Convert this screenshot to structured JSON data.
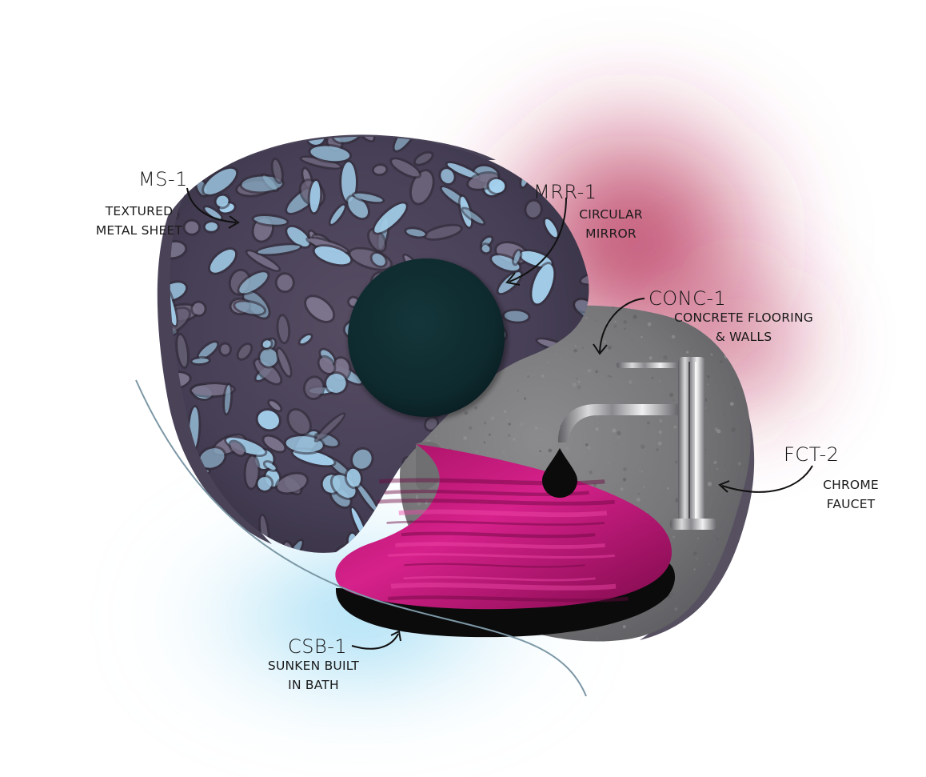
{
  "board": {
    "colors": {
      "glow_magenta": "#b0154f",
      "glow_blue": "#5fc3ea",
      "mirror": "#0f2c30",
      "bath_magenta": "#c0137a",
      "concrete": "#7b7b7d",
      "metal_base": "#4b4358",
      "metal_highlight": "#a8d6f3",
      "drip": "#0b0b0b"
    }
  },
  "callouts": [
    {
      "code": "MS-1",
      "lines": [
        "TEXTURED",
        "METAL SHEET"
      ]
    },
    {
      "code": "MRR-1",
      "lines": [
        "CIRCULAR",
        "MIRROR"
      ]
    },
    {
      "code": "CONC-1",
      "lines": [
        "CONCRETE FLOORING",
        "& WALLS"
      ]
    },
    {
      "code": "FCT-2",
      "lines": [
        "CHROME",
        "FAUCET"
      ]
    },
    {
      "code": "CSB-1",
      "lines": [
        "SUNKEN BUILT",
        "IN BATH"
      ]
    }
  ]
}
